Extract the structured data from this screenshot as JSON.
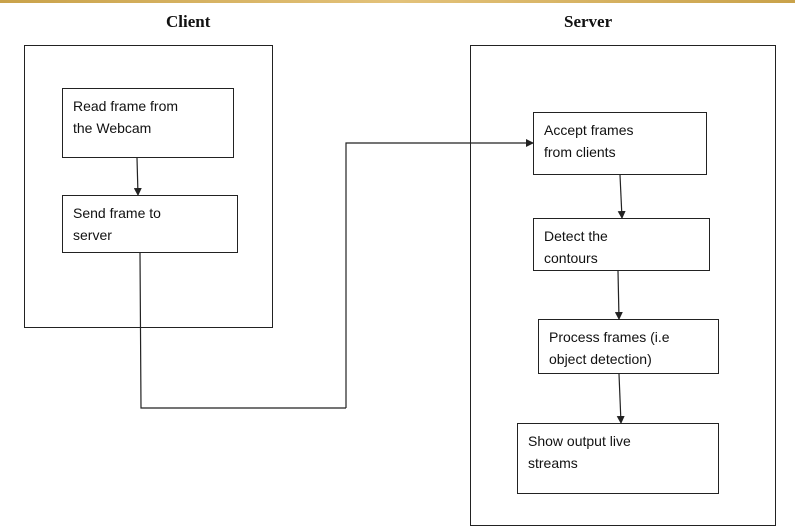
{
  "client": {
    "title": "Client",
    "steps": [
      {
        "lines": [
          "Read frame from",
          "the Webcam"
        ]
      },
      {
        "lines": [
          "Send frame to",
          "server"
        ]
      }
    ]
  },
  "server": {
    "title": "Server",
    "steps": [
      {
        "lines": [
          "Accept frames",
          "from clients"
        ]
      },
      {
        "lines": [
          "Detect the",
          "contours"
        ]
      },
      {
        "lines": [
          "Process frames (i.e",
          "object detection)"
        ]
      },
      {
        "lines": [
          "Show output live",
          "streams"
        ]
      }
    ]
  },
  "colors": {
    "stroke": "#222222",
    "accent_bar": "#c9a24a"
  }
}
